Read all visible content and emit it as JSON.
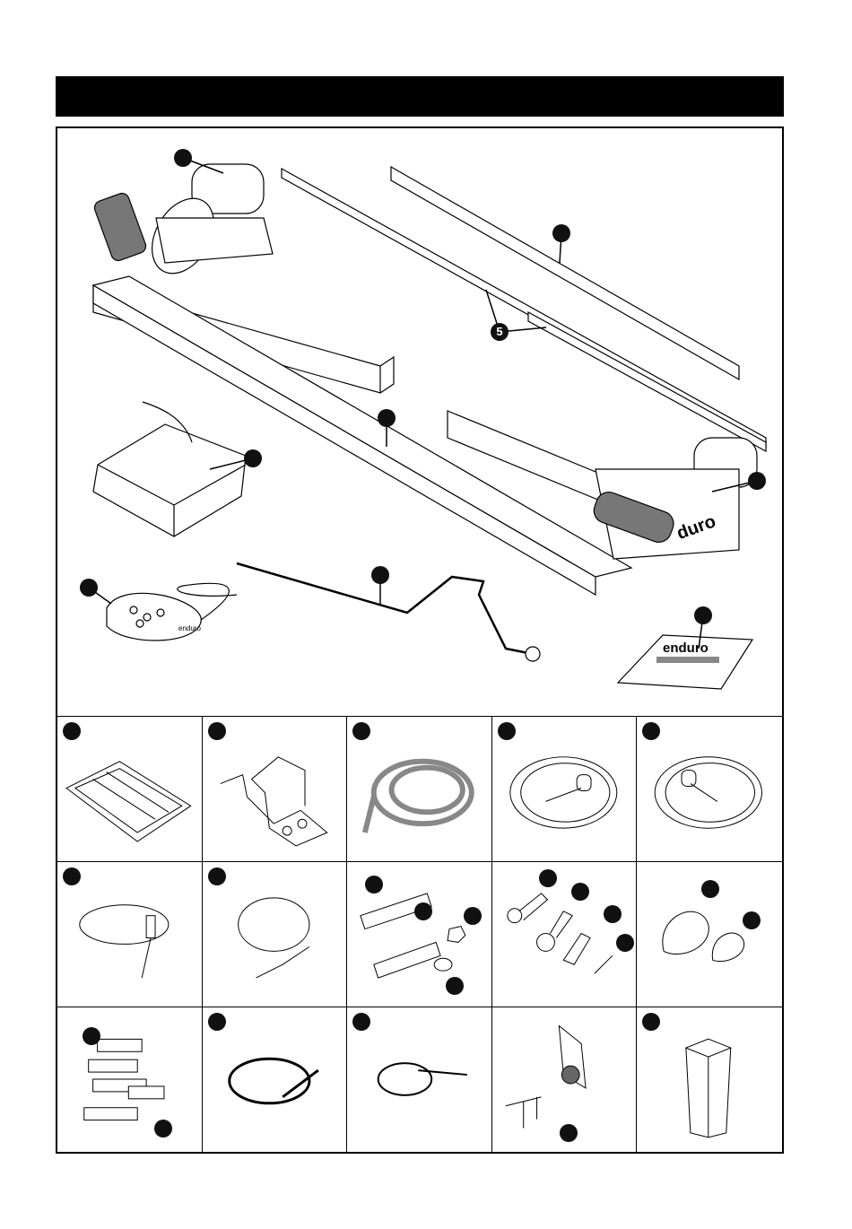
{
  "header": {
    "title": ""
  },
  "main_figure": {
    "callout_crossbar": "5",
    "mover_logo": "duro",
    "manual_logo": "enduro",
    "remote_logo": "enduro"
  },
  "parts": [
    {
      "icon": "roller-guard"
    },
    {
      "icon": "mounting-bracket"
    },
    {
      "icon": "cable-conduit"
    },
    {
      "icon": "power-cable-red"
    },
    {
      "icon": "power-cable-black"
    },
    {
      "icon": "fused-cable"
    },
    {
      "icon": "earth-cable"
    },
    {
      "icon": "bolts-nuts-washers"
    },
    {
      "icon": "cable-lugs-screws"
    },
    {
      "icon": "cable-clamps"
    },
    {
      "icon": "number-stickers"
    },
    {
      "icon": "large-cable-tie"
    },
    {
      "icon": "small-cable-tie"
    },
    {
      "icon": "isolator-switch"
    },
    {
      "icon": "end-cap-tube"
    }
  ]
}
